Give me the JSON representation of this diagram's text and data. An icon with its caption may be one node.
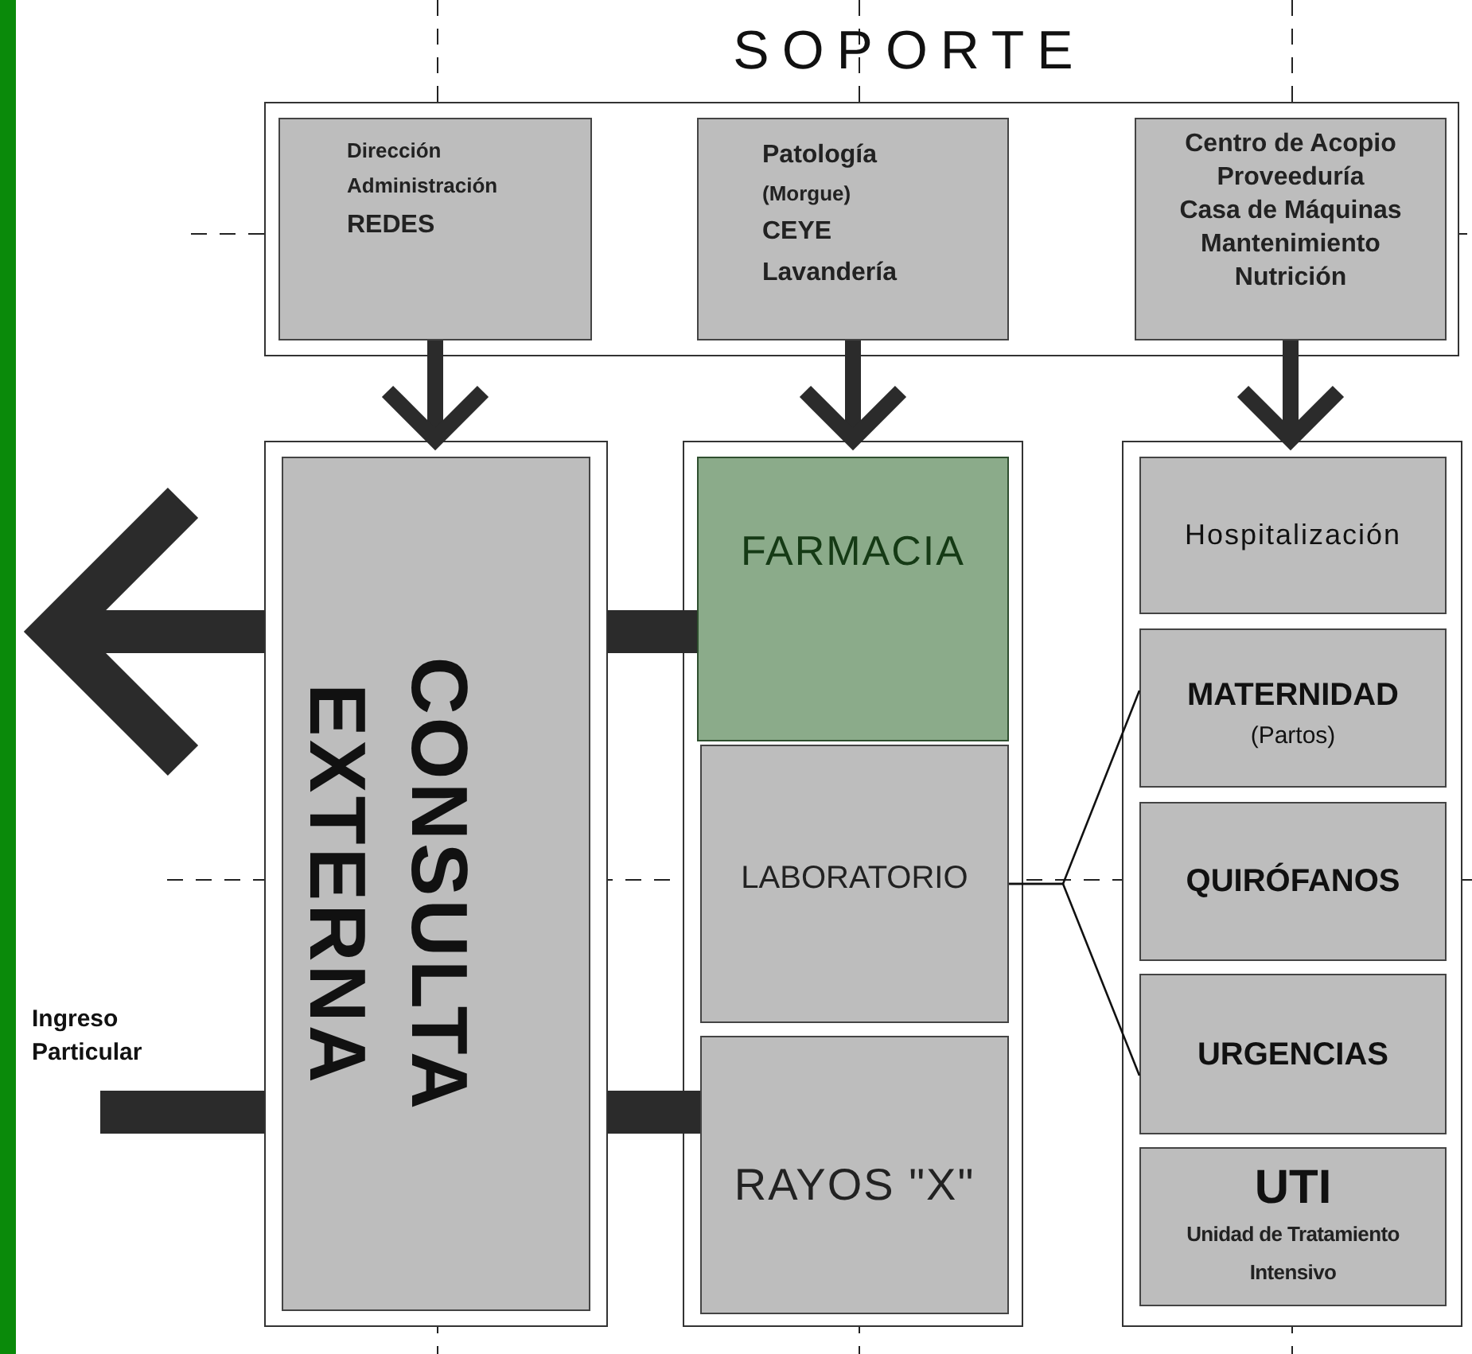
{
  "diagram": {
    "nodes": [
      {
        "text": [
          "SOPORTE"
        ]
      },
      {
        "text": [
          "Dirección",
          "Administración",
          "REDES"
        ],
        "in": 0
      },
      {
        "text": [
          "Patología",
          "(Morgue)",
          "CEYE",
          "Lavandería"
        ],
        "in": 0
      },
      {
        "text": [
          "Centro de Acopio",
          "Proveeduría",
          "Casa de Máquinas",
          "Mantenimiento",
          "Nutrición"
        ],
        "in": 0
      },
      {
        "text": [],
        "shape": "box"
      },
      {
        "text": [
          "CONSULTA EXTERNA"
        ],
        "in": 4
      },
      {
        "text": [],
        "shape": "box"
      },
      {
        "text": [
          "FARMACIA"
        ],
        "in": 6
      },
      {
        "text": [
          "LABORATORIO"
        ],
        "in": 6
      },
      {
        "text": [
          "RAYOS \"X\""
        ],
        "in": 6
      },
      {
        "text": [],
        "shape": "box"
      },
      {
        "text": [
          "Hospitalización"
        ],
        "in": 10
      },
      {
        "text": [
          "MATERNIDAD",
          "(Partos)"
        ],
        "in": 10
      },
      {
        "text": [
          "QUIRÓFANOS"
        ],
        "in": 10
      },
      {
        "text": [
          "URGENCIAS"
        ],
        "in": 10
      },
      {
        "text": [
          "UTI",
          "Unidad de Tratamiento Intensivo"
        ],
        "in": 10
      },
      {
        "text": [
          "Ingreso Particular"
        ]
      }
    ],
    "edges": [
      {
        "from": 1,
        "to": 4,
        "arrow": "to"
      },
      {
        "from": 2,
        "to": 6,
        "arrow": "to"
      },
      {
        "from": 3,
        "to": 10,
        "arrow": "to"
      },
      {
        "from": 7,
        "to": 4,
        "arrow": "none",
        "style": "thick"
      },
      {
        "from": 4,
        "to": null,
        "arrow": "to",
        "style": "thick"
      },
      {
        "from": 16,
        "to": 4,
        "arrow": "none",
        "style": "thick"
      },
      {
        "from": 4,
        "to": 9,
        "arrow": "none",
        "style": "thick"
      },
      {
        "from": 8,
        "to": 12,
        "arrow": "none"
      },
      {
        "from": 8,
        "to": 14,
        "arrow": "none"
      }
    ]
  }
}
